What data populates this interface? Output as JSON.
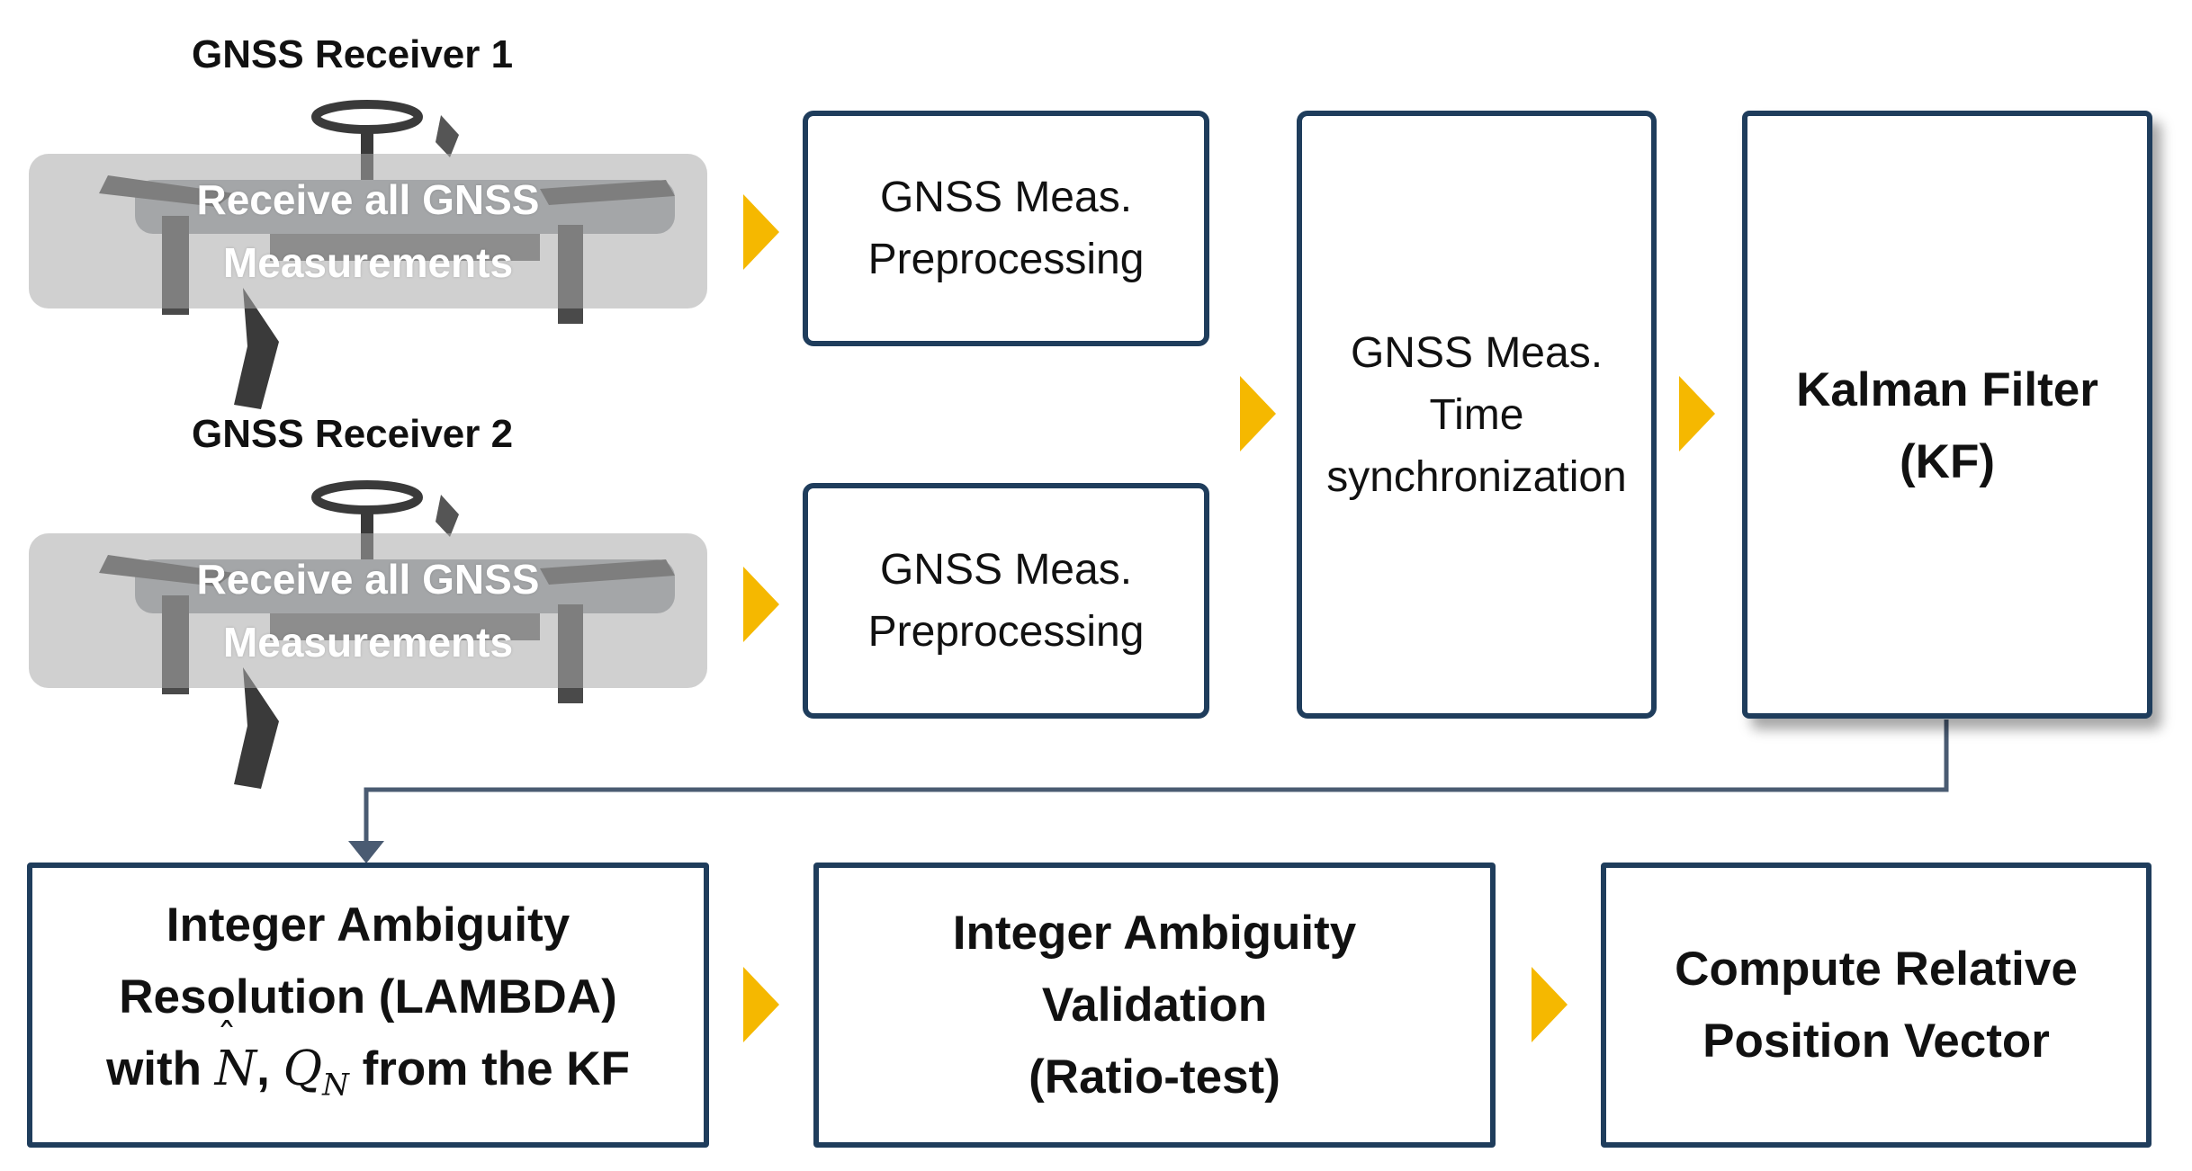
{
  "receivers": [
    {
      "title": "GNSS Receiver 1",
      "overlay_line1": "Receive all GNSS",
      "overlay_line2": "Measurements"
    },
    {
      "title": "GNSS Receiver 2",
      "overlay_line1": "Receive all GNSS",
      "overlay_line2": "Measurements"
    }
  ],
  "preprocessing": [
    {
      "line1": "GNSS Meas.",
      "line2": "Preprocessing"
    },
    {
      "line1": "GNSS Meas.",
      "line2": "Preprocessing"
    }
  ],
  "time_sync": {
    "line1": "GNSS Meas.",
    "line2": "Time",
    "line3": "synchronization"
  },
  "kalman": {
    "line1": "Kalman Filter",
    "line2": "(KF)"
  },
  "lambda": {
    "line1": "Integer Ambiguity",
    "line2": "Resolution (LAMBDA)",
    "prefix": "with",
    "sym_n": "N",
    "sym_q": "Q",
    "sym_sub": "N",
    "suffix": "from the KF"
  },
  "validation": {
    "line1": "Integer Ambiguity",
    "line2": "Validation",
    "line3": "(Ratio-test)"
  },
  "relative": {
    "line1": "Compute Relative",
    "line2": "Position Vector"
  },
  "colors": {
    "box_border": "#1f3d5c",
    "arrow": "#f5b800",
    "connector": "#4a5b72"
  }
}
